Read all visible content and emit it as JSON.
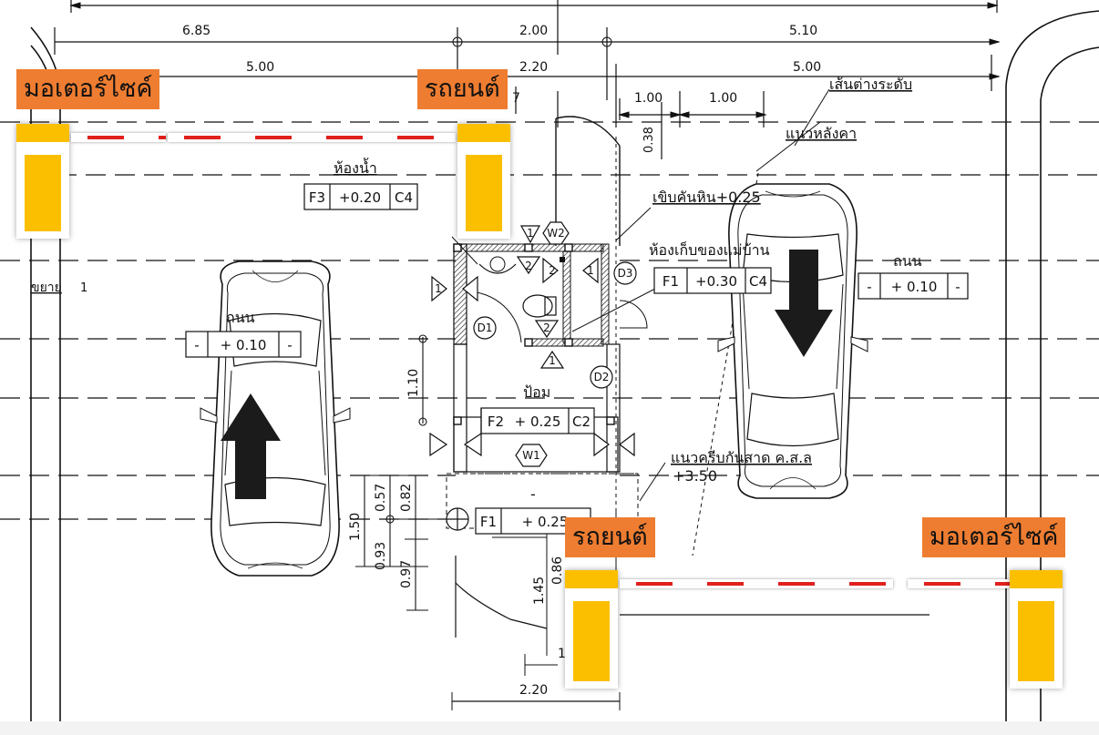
{
  "plan": {
    "dims": {
      "d_685": "6.85",
      "d_200_top": "2.00",
      "d_510": "5.10",
      "d_500_left": "5.00",
      "d_220_top": "2.20",
      "d_500_right": "5.00",
      "d_100_a": "1.00",
      "d_100_b": "1.00",
      "d_038": "0.38",
      "d_110": "1.10",
      "d_057": "0.57",
      "d_082": "0.82",
      "d_150": "1.50",
      "d_093": "0.93",
      "d_097": "0.97",
      "d_145": "1.45",
      "d_086": "0.86",
      "d_220_bottom": "2.20",
      "d_7": "7",
      "d_1": "1"
    },
    "labels": {
      "step_line": "เส้นต่างระดับ",
      "roof_line": "แนวหลังคา",
      "stone_curb": "เขิบคันหิน+0.25",
      "bathroom": "ห้องน้ำ",
      "maid_storage": "ห้องเก็บของแม่บ้าน",
      "road_left": "ถนน",
      "road_right": "ถนน",
      "guard_booth": "ป้อม",
      "canopy_edge": "แนวครีบกันสาด ค.ส.ล",
      "canopy_level": "+3.50",
      "expand": "ขยาย",
      "expand_num": "1",
      "dash_mark": "-"
    },
    "tags": {
      "bath": [
        "F3",
        "+0.20",
        "C4"
      ],
      "maid": [
        "F1",
        "+0.30",
        "C4"
      ],
      "road_right": [
        "-",
        "+ 0.10",
        "-"
      ],
      "road_left": [
        "-",
        "+ 0.10",
        "-"
      ],
      "booth": [
        "F2",
        "+ 0.25",
        "C2"
      ],
      "bottom": [
        "F1",
        "+ 0.25"
      ]
    },
    "doors": {
      "d1": "D1",
      "d2": "D2",
      "d3": "D3"
    },
    "windows": {
      "w1": "W1",
      "w2": "W2"
    },
    "markers": {
      "m1": "1",
      "m2": "2"
    }
  },
  "overlays": {
    "top_left_label": "มอเตอร์ไซค์",
    "top_right_label": "รถยนต์",
    "bottom_left_label": "รถยนต์",
    "bottom_right_label": "มอเตอร์ไซค์"
  },
  "colors": {
    "label_bg": "#ee7d31",
    "barrier_post": "#fbbf00",
    "barrier_stripe": "#e0201b"
  }
}
